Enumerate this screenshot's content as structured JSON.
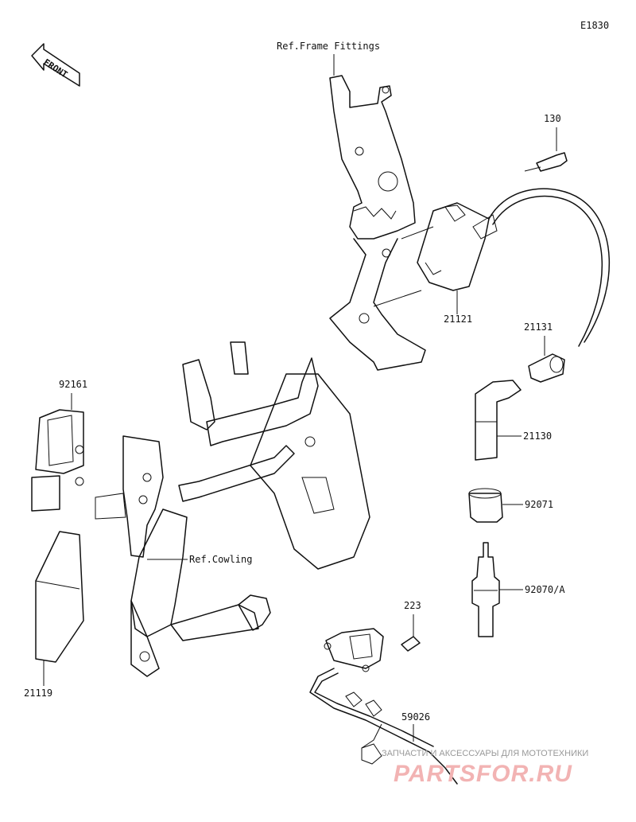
{
  "diagram_code": "E1830",
  "front_arrow_label": "FRONT",
  "references": {
    "frame_fittings": "Ref.Frame Fittings",
    "cowling": "Ref.Cowling"
  },
  "parts": [
    {
      "number": "130"
    },
    {
      "number": "21121"
    },
    {
      "number": "21131"
    },
    {
      "number": "21130"
    },
    {
      "number": "92071"
    },
    {
      "number": "92070/A"
    },
    {
      "number": "92161"
    },
    {
      "number": "21119"
    },
    {
      "number": "223"
    },
    {
      "number": "59026"
    }
  ],
  "watermark": {
    "line1": "ЗАПЧАСТИ И АКСЕССУАРЫ ДЛЯ МОТОТЕХНИКИ",
    "line2": "PARTSFOR.RU"
  }
}
